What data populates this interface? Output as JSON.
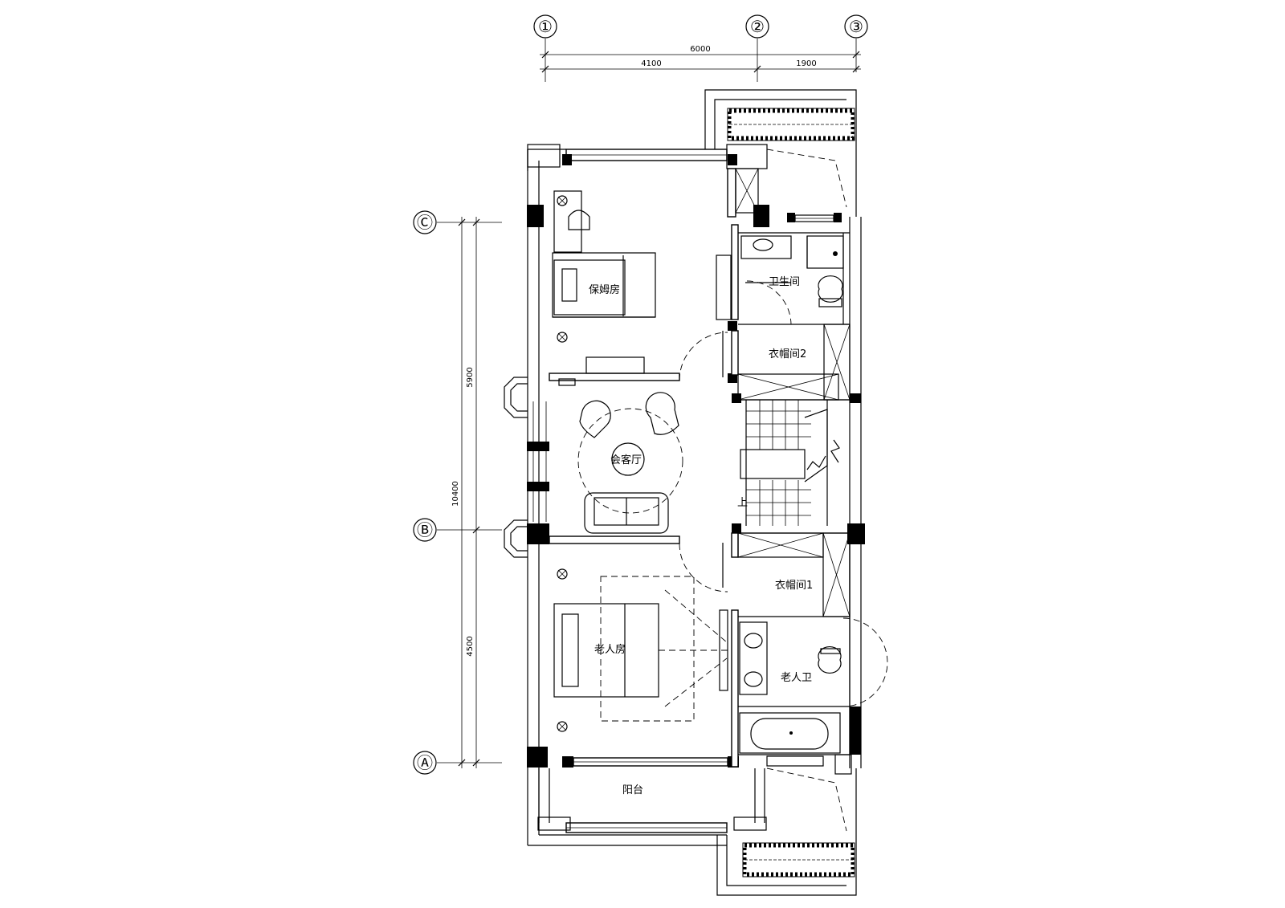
{
  "axes": {
    "vertical": [
      "①",
      "②",
      "③"
    ],
    "horizontal": [
      "Ⓒ",
      "Ⓑ",
      "Ⓐ"
    ]
  },
  "dimensions": {
    "top_total": "6000",
    "top_left": "4100",
    "top_right": "1900",
    "left_total": "10400",
    "left_upper": "5900",
    "left_lower": "4500"
  },
  "rooms": {
    "guest_room": "保姆房",
    "bath_1": "卫生间",
    "closet_2": "衣帽间2",
    "lounge": "会客厅",
    "stair_up": "上",
    "closet_1": "衣帽间1",
    "elder_room": "老人房",
    "elder_bath": "老人卫",
    "balcony": "阳台"
  }
}
